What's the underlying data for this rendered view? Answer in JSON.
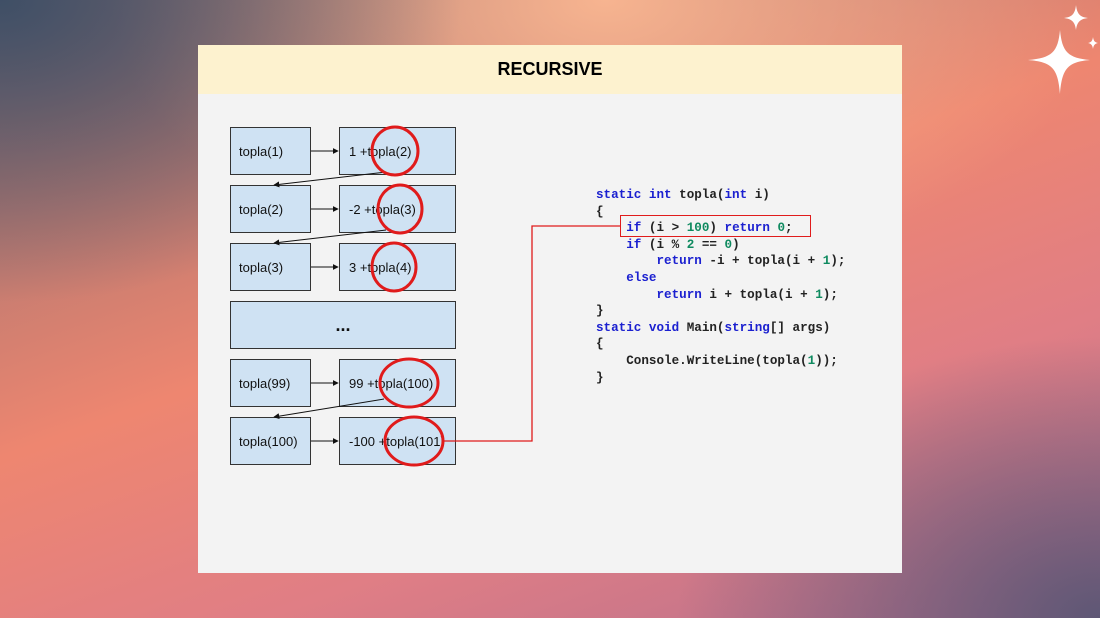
{
  "title": "RECURSIVE",
  "calls": [
    {
      "call": "topla(1)",
      "expr_prefix": "1 + ",
      "expr_call": "topla(2)"
    },
    {
      "call": "topla(2)",
      "expr_prefix": "-2 + ",
      "expr_call": "topla(3)"
    },
    {
      "call": "topla(3)",
      "expr_prefix": "3 + ",
      "expr_call": "topla(4)"
    },
    {
      "call": "topla(99)",
      "expr_prefix": "99 + ",
      "expr_call": "topla(100)"
    },
    {
      "call": "topla(100)",
      "expr_prefix": "-100 + ",
      "expr_call": "topla(101)"
    }
  ],
  "ellipsis": "...",
  "code": [
    [
      {
        "t": "static int",
        "c": "kw"
      },
      {
        "t": " topla("
      },
      {
        "t": "int",
        "c": "kw"
      },
      {
        "t": " i)"
      }
    ],
    [
      {
        "t": "{"
      }
    ],
    [
      {
        "t": "    "
      },
      {
        "t": "if",
        "c": "kw"
      },
      {
        "t": " (i > "
      },
      {
        "t": "100",
        "c": "num"
      },
      {
        "t": ") "
      },
      {
        "t": "return",
        "c": "kw"
      },
      {
        "t": " "
      },
      {
        "t": "0",
        "c": "num"
      },
      {
        "t": ";"
      }
    ],
    [
      {
        "t": "    "
      },
      {
        "t": "if",
        "c": "kw"
      },
      {
        "t": " (i % "
      },
      {
        "t": "2",
        "c": "num"
      },
      {
        "t": " == "
      },
      {
        "t": "0",
        "c": "num"
      },
      {
        "t": ")"
      }
    ],
    [
      {
        "t": "        "
      },
      {
        "t": "return",
        "c": "kw"
      },
      {
        "t": " -i + topla(i + "
      },
      {
        "t": "1",
        "c": "num"
      },
      {
        "t": ");"
      }
    ],
    [
      {
        "t": "    "
      },
      {
        "t": "else",
        "c": "kw"
      }
    ],
    [
      {
        "t": "        "
      },
      {
        "t": "return",
        "c": "kw"
      },
      {
        "t": " i + topla(i + "
      },
      {
        "t": "1",
        "c": "num"
      },
      {
        "t": ");"
      }
    ],
    [
      {
        "t": "}"
      }
    ],
    [
      {
        "t": "static void",
        "c": "kw"
      },
      {
        "t": " Main("
      },
      {
        "t": "string",
        "c": "kw"
      },
      {
        "t": "[] args)"
      }
    ],
    [
      {
        "t": "{"
      }
    ],
    [
      {
        "t": "    Console.WriteLine(topla("
      },
      {
        "t": "1",
        "c": "num"
      },
      {
        "t": "));"
      }
    ],
    [
      {
        "t": "}"
      }
    ]
  ],
  "colors": {
    "box_fill": "#cfe2f3",
    "title_band": "#fdf2cf",
    "circle": "#e01b1b",
    "keyword": "#1b20d0",
    "number": "#0e8a5f"
  },
  "decor": {
    "sparkle": "sparkle-icon"
  }
}
